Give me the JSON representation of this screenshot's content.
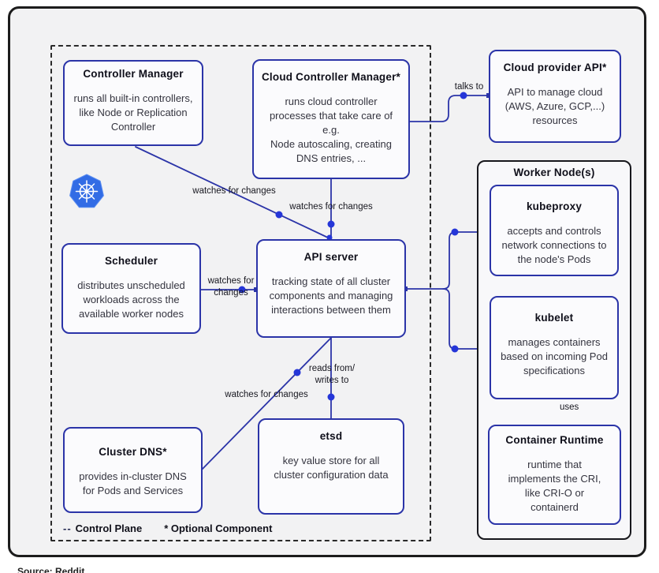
{
  "source_caption": "Source: Reddit",
  "colors": {
    "frame_bg": "#f2f2f3",
    "frame_border": "#1c1c1c",
    "box_bg": "#fbfbfd",
    "line_blue": "#2b34a8",
    "dot_blue": "#2536d8",
    "k8s_blue": "#326ce5",
    "title_color": "#0f0f1a",
    "body_color": "#34343f",
    "dark_border": "#17171c"
  },
  "logo": {
    "name": "kubernetes-logo"
  },
  "control_plane": {
    "legend_dash": "--",
    "legend_control_plane": "Control Plane",
    "legend_optional": "* Optional Component"
  },
  "worker_node": {
    "title": "Worker Node(s)"
  },
  "nodes": {
    "controller_manager": {
      "title": "Controller Manager",
      "body": [
        "runs all built-in controllers,",
        "like Node or Replication",
        "Controller"
      ]
    },
    "cloud_controller_manager": {
      "title": "Cloud Controller Manager*",
      "body": [
        "runs cloud controller",
        "processes that take care of",
        "e.g.",
        "Node autoscaling, creating",
        "DNS entries, ..."
      ]
    },
    "scheduler": {
      "title": "Scheduler",
      "body": [
        "distributes unscheduled",
        "workloads across the",
        "available worker nodes"
      ]
    },
    "api_server": {
      "title": "API server",
      "body": [
        "tracking state of all cluster",
        "components and managing",
        "interactions between them"
      ]
    },
    "cluster_dns": {
      "title": "Cluster DNS*",
      "body": [
        "provides in-cluster DNS",
        "for Pods and Services"
      ]
    },
    "etsd": {
      "title": "etsd",
      "body": [
        "key value store for all",
        "cluster configuration data"
      ]
    },
    "cloud_provider_api": {
      "title": "Cloud provider API*",
      "body": [
        "API to manage cloud",
        "(AWS, Azure, GCP,...)",
        "resources"
      ]
    },
    "kubeproxy": {
      "title": "kubeproxy",
      "body": [
        "accepts and controls",
        "network connections to",
        "the node's Pods"
      ]
    },
    "kubelet": {
      "title": "kubelet",
      "body": [
        "manages containers",
        "based on incoming Pod",
        "specifications"
      ]
    },
    "container_runtime": {
      "title": "Container Runtime",
      "body": [
        "runtime that",
        "implements the CRI,",
        "like CRI-O or",
        "containerd"
      ]
    }
  },
  "edge_labels": {
    "cm_to_api": "watches for changes",
    "ccm_to_api": "watches for changes",
    "scheduler_to_api": [
      "watches for",
      "changes"
    ],
    "api_to_etsd": [
      "reads from/",
      "writes to"
    ],
    "api_to_cluster_dns": "watches for changes",
    "ccm_to_cloud_api": "talks to",
    "kubelet_to_runtime": "uses"
  }
}
